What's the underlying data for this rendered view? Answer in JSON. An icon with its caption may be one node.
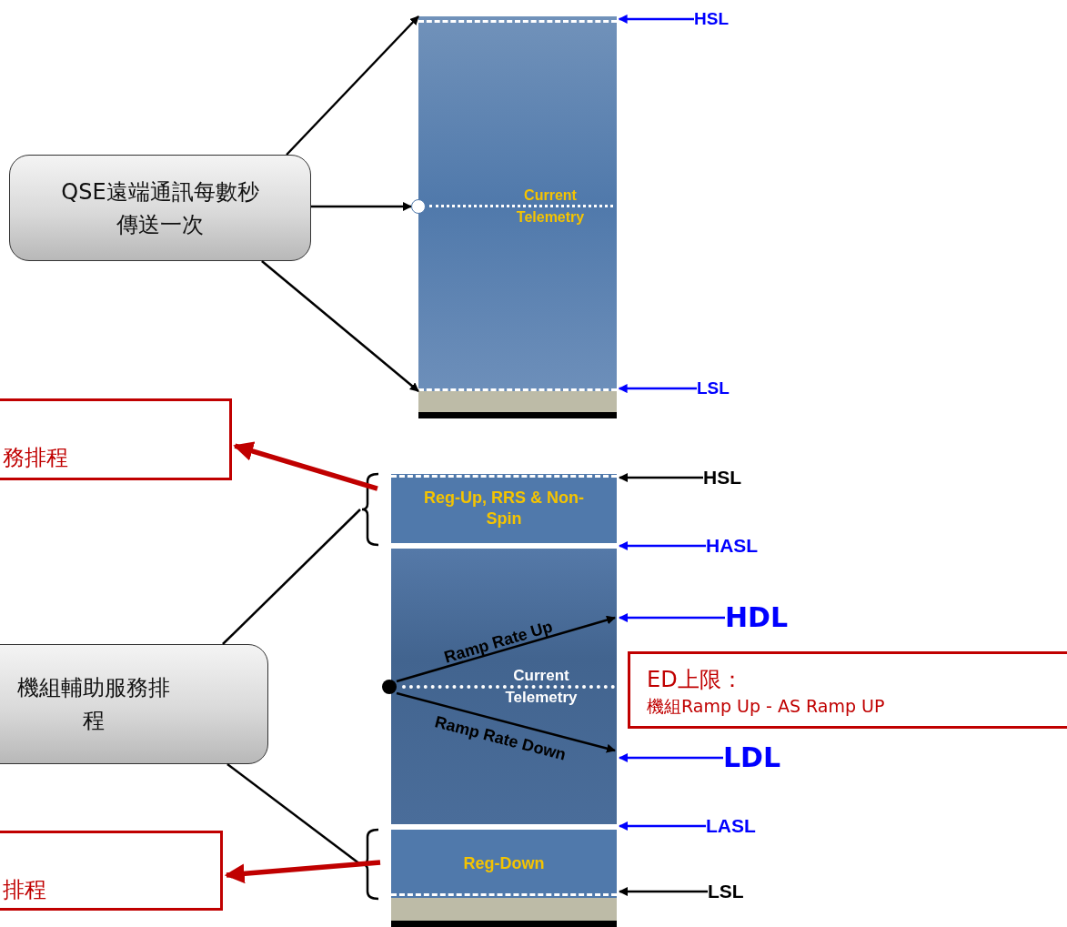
{
  "diagram": {
    "nodes": [
      {
        "text": [
          "QSE遠端通訊每數秒傳送一次"
        ]
      },
      {
        "text": [],
        "shape": "bar"
      },
      {
        "text": [],
        "shape": "circle",
        "in": 1
      },
      {
        "text": [
          "Current Telemetry"
        ],
        "in": 1
      },
      {
        "text": [
          "HSL"
        ]
      },
      {
        "text": [
          "LSL"
        ]
      },
      {
        "text": [
          "務排程"
        ]
      },
      {
        "text": [],
        "shape": "bracket"
      },
      {
        "text": [],
        "shape": "bar"
      },
      {
        "text": [
          "Reg-Up, RRS & Non-Spin"
        ],
        "in": 8
      },
      {
        "text": [],
        "shape": "box",
        "in": 8
      },
      {
        "text": [],
        "shape": "circle",
        "in": 10
      },
      {
        "text": [
          "Current Telemetry"
        ],
        "in": 10
      },
      {
        "text": [
          "Reg-Down"
        ],
        "in": 8
      },
      {
        "text": [
          "HSL"
        ]
      },
      {
        "text": [
          "HASL"
        ]
      },
      {
        "text": [
          "HDL"
        ]
      },
      {
        "text": [
          "ED上限：",
          "機組Ramp Up - AS Ramp UP"
        ]
      },
      {
        "text": [
          "LDL"
        ]
      },
      {
        "text": [
          "LASL"
        ]
      },
      {
        "text": [
          "LSL"
        ]
      },
      {
        "text": [
          "機組輔助服務排程"
        ]
      },
      {
        "text": [],
        "shape": "bracket"
      },
      {
        "text": [
          "排程"
        ]
      }
    ],
    "edges": [
      {
        "from": 0,
        "to": 1,
        "arrow": "to"
      },
      {
        "from": 0,
        "to": 2,
        "arrow": "to"
      },
      {
        "from": 0,
        "to": 1,
        "arrow": "to"
      },
      {
        "from": 4,
        "to": 1,
        "arrow": "to",
        "color": "#0000ff"
      },
      {
        "from": 5,
        "to": 1,
        "arrow": "to",
        "color": "#0000ff"
      },
      {
        "from": 21,
        "to": 7,
        "arrow": "none"
      },
      {
        "from": 7,
        "to": 6,
        "arrow": "to",
        "style": "thick",
        "color": "#c00000"
      },
      {
        "from": 21,
        "to": 22,
        "arrow": "none"
      },
      {
        "from": 22,
        "to": 23,
        "arrow": "to",
        "style": "thick",
        "color": "#c00000"
      },
      {
        "from": 11,
        "to": null,
        "arrow": "to",
        "label": "Ramp Rate Up"
      },
      {
        "from": 11,
        "to": null,
        "arrow": "to",
        "label": "Ramp Rate Down"
      },
      {
        "from": 14,
        "to": 9,
        "arrow": "to"
      },
      {
        "from": 15,
        "to": 10,
        "arrow": "to",
        "color": "#0000ff"
      },
      {
        "from": 16,
        "to": 10,
        "arrow": "to",
        "color": "#0000ff"
      },
      {
        "from": 18,
        "to": 10,
        "arrow": "to",
        "color": "#0000ff"
      },
      {
        "from": 19,
        "to": 13,
        "arrow": "to",
        "color": "#0000ff"
      },
      {
        "from": 20,
        "to": 13,
        "arrow": "to"
      }
    ]
  }
}
